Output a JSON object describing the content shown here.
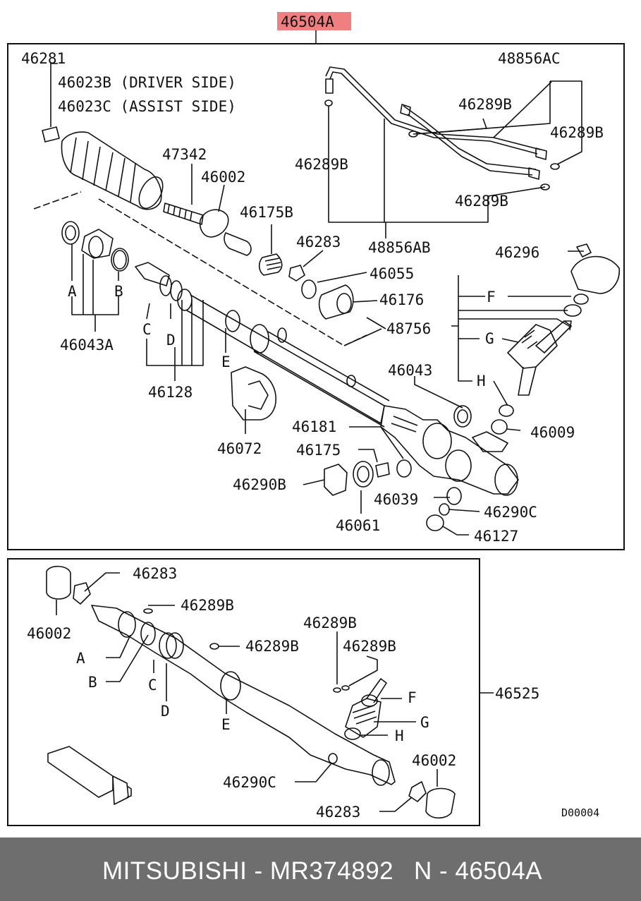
{
  "assembly_label": "46504A",
  "assembly_highlight": "#f08080",
  "top_labels": {
    "p46281": "46281",
    "p46023b": "46023B (DRIVER SIDE)",
    "p46023c": "46023C (ASSIST SIDE)",
    "p47342": "47342",
    "p46002": "46002",
    "p46175b": "46175B",
    "p46283": "46283",
    "p46055": "46055",
    "p46176": "46176",
    "p48756": "48756",
    "p46043a": "46043A",
    "p46128": "46128",
    "p46072": "46072",
    "p46043": "46043",
    "p46181": "46181",
    "p46175": "46175",
    "p46290b": "46290B",
    "p46061": "46061",
    "p46039": "46039",
    "p46290c": "46290C",
    "p46127": "46127",
    "p46009": "46009",
    "p46296": "46296",
    "p48856ac": "48856AC",
    "p46289b_a": "46289B",
    "p46289b_b": "46289B",
    "p46289b_c": "46289B",
    "p46289b_d": "46289B",
    "p48856ab": "48856AB"
  },
  "letters": {
    "A": "A",
    "B": "B",
    "C": "C",
    "D": "D",
    "E": "E",
    "F": "F",
    "G": "G",
    "H": "H"
  },
  "bottom_labels": {
    "p46283_top": "46283",
    "p46289b_1": "46289B",
    "p46002_left": "46002",
    "p46289b_2": "46289B",
    "p46289b_3": "46289B",
    "p46289b_4": "46289B",
    "p46525": "46525",
    "p46002_right": "46002",
    "p46290c": "46290C",
    "p46283_bottom": "46283",
    "drawing_code": "D00004"
  },
  "footer": {
    "brand_part": "MITSUBISHI - MR374892",
    "ref": "N - 46504A"
  }
}
